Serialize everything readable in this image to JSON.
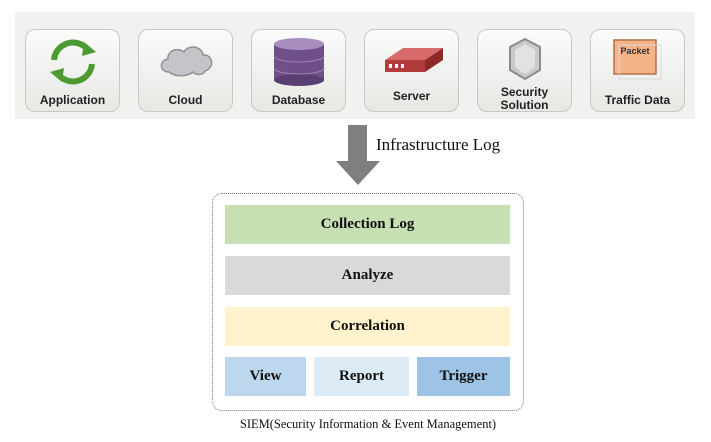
{
  "sources": {
    "items": [
      {
        "label": "Application",
        "icon": "refresh-cycle-icon"
      },
      {
        "label": "Cloud",
        "icon": "cloud-icon"
      },
      {
        "label": "Database",
        "icon": "database-icon"
      },
      {
        "label": "Server",
        "icon": "server-icon"
      },
      {
        "label": "Security Solution",
        "label_line1": "Security",
        "label_line2": "Solution",
        "icon": "shield-icon"
      },
      {
        "label": "Traffic Data",
        "icon": "packet-icon",
        "icon_text": "Packet"
      }
    ]
  },
  "flow": {
    "label": "Infrastructure Log",
    "icon": "down-arrow-icon"
  },
  "siem": {
    "layers": {
      "collection": {
        "label": "Collection Log",
        "color": "#c6e0b4"
      },
      "analyze": {
        "label": "Analyze",
        "color": "#d9d9d9"
      },
      "correlation": {
        "label": "Correlation",
        "color": "#fff2cc"
      }
    },
    "outputs": [
      {
        "label": "View",
        "color": "#bdd7ee"
      },
      {
        "label": "Report",
        "color": "#ddebf7"
      },
      {
        "label": "Trigger",
        "color": "#9dc3e6"
      }
    ],
    "caption": "SIEM(Security Information & Event Management)"
  },
  "colors": {
    "arrow": "#7f7f7f",
    "source_bar": "#f1f2ef"
  }
}
